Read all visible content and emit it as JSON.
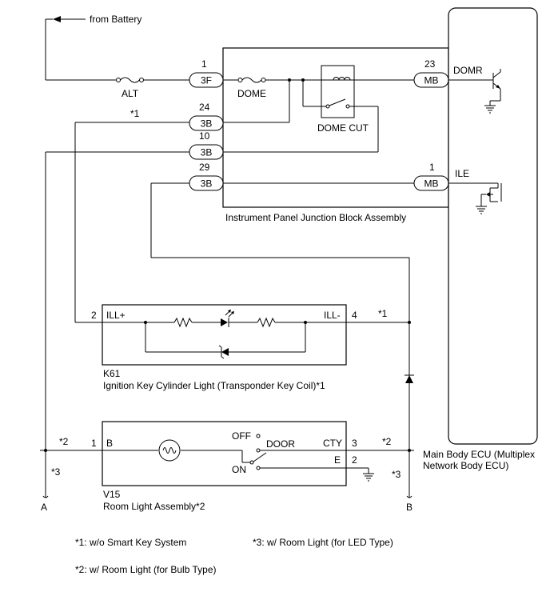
{
  "battery": {
    "label": "from Battery"
  },
  "fuses": {
    "alt": "ALT",
    "dome": "DOME"
  },
  "relay": {
    "label": "DOME CUT"
  },
  "junction_block": {
    "name": "Instrument Panel Junction Block Assembly",
    "pins": [
      {
        "connector": "3F",
        "number": "1"
      },
      {
        "connector": "3B",
        "number": "24"
      },
      {
        "connector": "3B",
        "number": "10"
      },
      {
        "connector": "3B",
        "number": "29"
      },
      {
        "connector": "MB",
        "number": "23"
      },
      {
        "connector": "MB",
        "number": "1"
      }
    ]
  },
  "ecu": {
    "name_line1": "Main Body ECU (Multiplex",
    "name_line2": "Network Body ECU)",
    "terminal_domr": "DOMR",
    "terminal_ile": "ILE"
  },
  "k61": {
    "code": "K61",
    "name": "Ignition Key Cylinder Light (Transponder Key Coil)*1",
    "terminal_plus": "ILL+",
    "terminal_minus": "ILL-",
    "pin_plus": "2",
    "pin_minus": "4"
  },
  "v15": {
    "code": "V15",
    "name": "Room Light Assembly*2",
    "terminal_b": "B",
    "terminal_cty": "CTY",
    "terminal_e": "E",
    "pin_b": "1",
    "pin_cty": "3",
    "pin_e": "2",
    "switch_off": "OFF",
    "switch_door": "DOOR",
    "switch_on": "ON"
  },
  "wire_marks": {
    "m1": "*1",
    "m2": "*2",
    "m3": "*3"
  },
  "connectors": {
    "a": "A",
    "b": "B"
  },
  "notes": {
    "n1": "*1: w/o Smart Key System",
    "n2": "*2: w/ Room Light (for Bulb Type)",
    "n3": "*3: w/ Room Light (for LED Type)"
  }
}
